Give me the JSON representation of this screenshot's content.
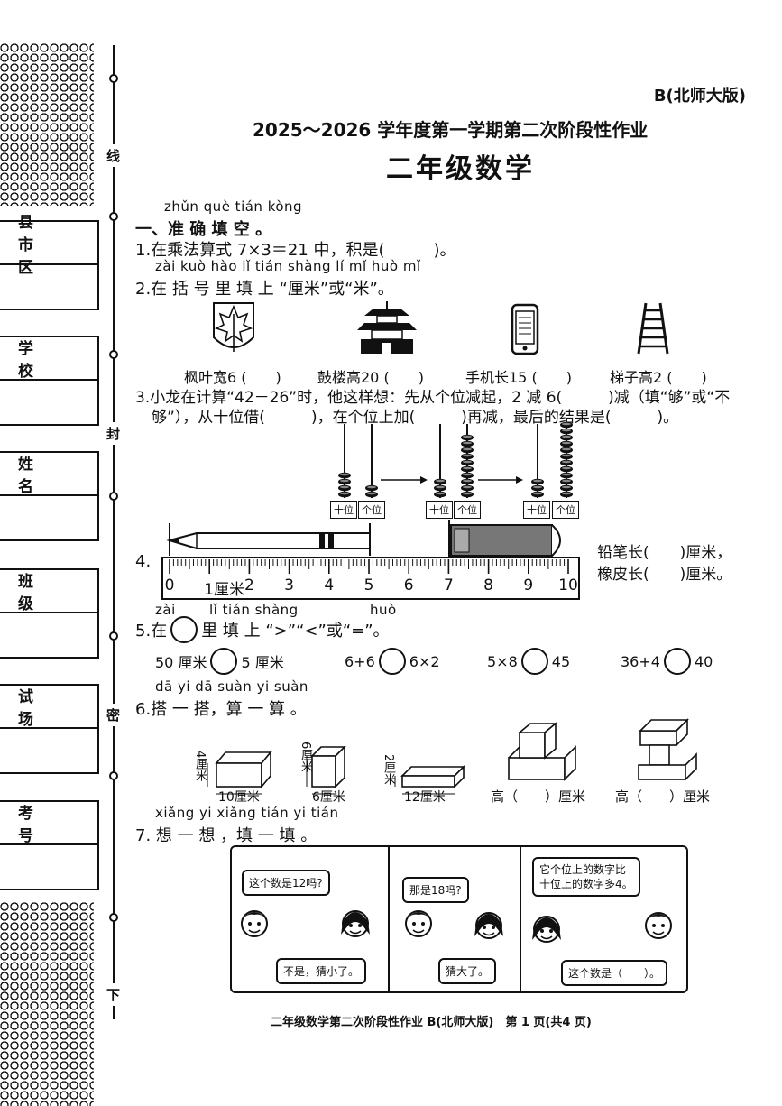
{
  "header": {
    "version": "B(北师大版)",
    "title": "2025～2026 学年度第一学期第二次阶段性作业",
    "subject": "二年级数学"
  },
  "sidebar": {
    "fields": [
      "县 市 区",
      "学 校",
      "姓 名",
      "班 级",
      "试 场",
      "考 号"
    ],
    "binding_chars": [
      "线",
      "封",
      "密",
      "下"
    ]
  },
  "section1": {
    "pinyin": "zhǔn què tián kòng",
    "title": "一、准 确 填 空 。"
  },
  "q1": {
    "text": "1.在乘法算式 7×3＝21 中，积是(　　　)。"
  },
  "q2": {
    "pinyin": "zài kuò hào lǐ tián shàng lí mǐ huò mǐ",
    "text": "2.在 括 号 里 填 上 “厘米”或“米”。",
    "items": [
      "枫叶宽6 (　　)",
      "鼓楼高20 (　　)",
      "手机长15 (　　)",
      "梯子高2 (　　)"
    ]
  },
  "q3": {
    "line1": "3.小龙在计算“42－26”时，他这样想：先从个位减起，2 减 6(　　　)减（填“够”或“不",
    "line2": "够”），从十位借(　　　)，在个位上加(　　　)再减，最后的结果是(　　　)。",
    "tens": "十位",
    "ones": "个位"
  },
  "q4": {
    "num": "4.",
    "ruler_numbers": [
      "0",
      "1厘米",
      "2",
      "3",
      "4",
      "5",
      "6",
      "7",
      "8",
      "9",
      "10"
    ],
    "pencil": "铅笔长(　　)厘米，",
    "eraser": "橡皮长(　　)厘米。"
  },
  "q5": {
    "pinyin1": "zài",
    "pinyin2": "lǐ tián shàng",
    "pinyin3": "huò",
    "text_a": "5.在",
    "text_b": "里 填 上 “>”“<”或“=”。",
    "items": [
      {
        "left": "50 厘米",
        "right": "5 厘米"
      },
      {
        "left": "6+6",
        "right": "6×2"
      },
      {
        "left": "5×8",
        "right": "45"
      },
      {
        "left": "36+4",
        "right": "40"
      }
    ]
  },
  "q6": {
    "pinyin": "dā yi dā suàn yi suàn",
    "text": "6.搭 一 搭，算 一 算 。",
    "blocks": [
      {
        "side": "4厘米",
        "bottom": "10厘米"
      },
      {
        "side": "6厘米",
        "bottom": "6厘米"
      },
      {
        "side": "2厘米",
        "bottom": "12厘米"
      }
    ],
    "answers": [
      "高（　　）厘米",
      "高（　　）厘米"
    ]
  },
  "q7": {
    "pinyin": "xiǎng yi xiǎng tián yi tián",
    "text": "7. 想 一 想 ，填 一 填 。",
    "panel1": {
      "q": "这个数是12吗?",
      "a": "不是，猜小了。"
    },
    "panel2": {
      "q": "那是18吗?",
      "a": "猜大了。"
    },
    "panel3": {
      "hint": "它个位上的数字比十位上的数字多4。",
      "a": "这个数是（　　）。"
    }
  },
  "footer": "二年级数学第二次阶段性作业 B(北师大版)　第 1 页(共4 页)"
}
